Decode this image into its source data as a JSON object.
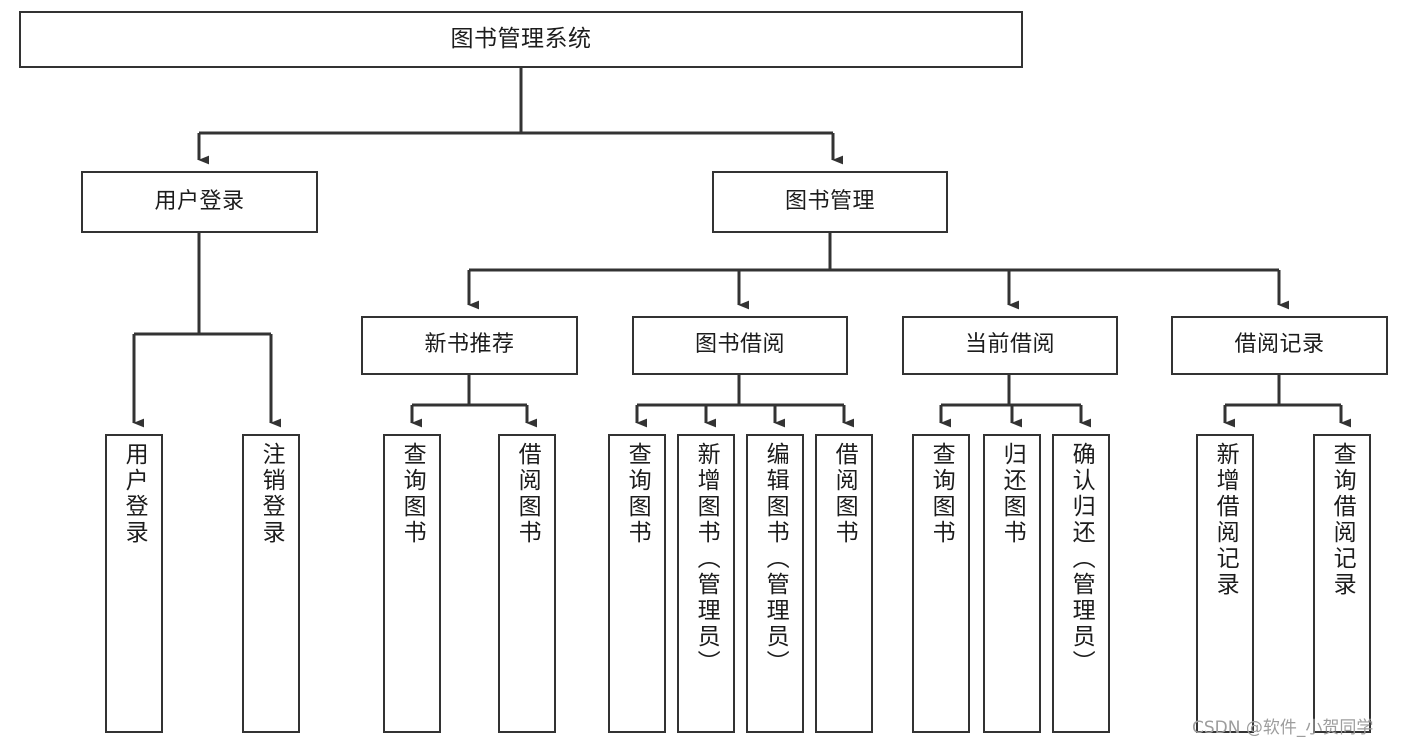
{
  "diagram": {
    "title": "图书管理系统",
    "type": "tree-structure-chart",
    "watermark": "CSDN @软件_小贺同学",
    "colors": {
      "background": "#ffffff",
      "stroke": "#333333",
      "text": "#1c1c1c",
      "watermark": "#9d9d9d"
    },
    "nodes": {
      "root": {
        "label": "图书管理系统"
      },
      "level1": [
        {
          "label": "用户登录"
        },
        {
          "label": "图书管理"
        }
      ],
      "level2": [
        {
          "label": "新书推荐"
        },
        {
          "label": "图书借阅"
        },
        {
          "label": "当前借阅"
        },
        {
          "label": "借阅记录"
        }
      ],
      "leaves": {
        "user_login": [
          {
            "label": "用户登录"
          },
          {
            "label": "注销登录"
          }
        ],
        "new_book_recommend": [
          {
            "label": "查询图书"
          },
          {
            "label": "借阅图书"
          }
        ],
        "book_borrow": [
          {
            "label": "查询图书"
          },
          {
            "label": "新增图书（管理员）"
          },
          {
            "label": "编辑图书（管理员）"
          },
          {
            "label": "借阅图书"
          }
        ],
        "current_borrow": [
          {
            "label": "查询图书"
          },
          {
            "label": "归还图书"
          },
          {
            "label": "确认归还（管理员）"
          }
        ],
        "borrow_record": [
          {
            "label": "新增借阅记录"
          },
          {
            "label": "查询借阅记录"
          }
        ]
      }
    }
  }
}
